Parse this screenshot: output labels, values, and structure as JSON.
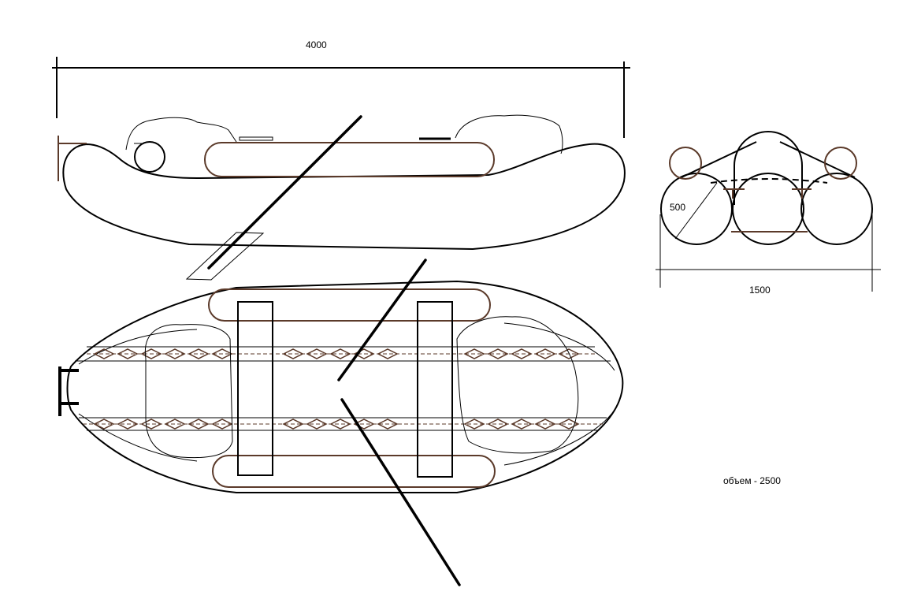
{
  "dimensions": {
    "length_label": "4000",
    "width_label": "1500",
    "radius_label": "500"
  },
  "volume_label": "объем - 2500",
  "colors": {
    "ink": "#000000",
    "brown": "#5b3a2a"
  }
}
